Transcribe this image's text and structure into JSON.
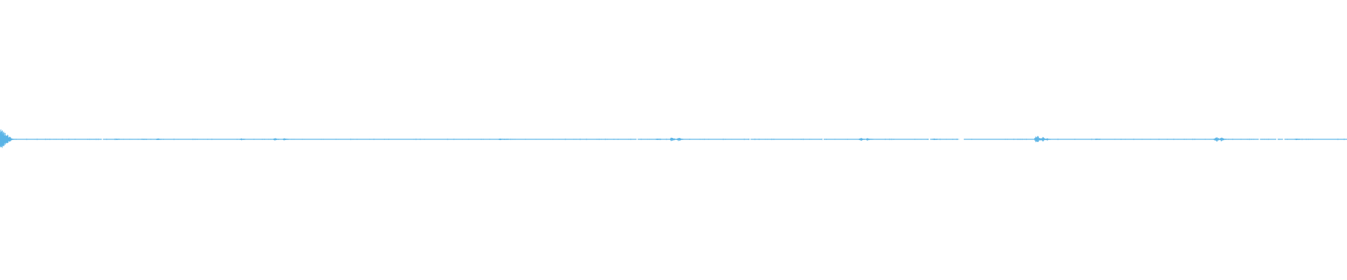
{
  "waveform": {
    "color": "#5ab4e6",
    "background": "#ffffff",
    "bursts": [
      {
        "t": 0.0005,
        "amp": 0.9
      },
      {
        "t": 0.002,
        "amp": 1.0
      },
      {
        "t": 0.004,
        "amp": 0.75
      },
      {
        "t": 0.006,
        "amp": 0.45
      },
      {
        "t": 0.008,
        "amp": 0.25
      },
      {
        "t": 0.087,
        "amp": 0.08
      },
      {
        "t": 0.107,
        "amp": 0.07
      },
      {
        "t": 0.118,
        "amp": 0.1
      },
      {
        "t": 0.18,
        "amp": 0.08
      },
      {
        "t": 0.205,
        "amp": 0.14
      },
      {
        "t": 0.212,
        "amp": 0.1
      },
      {
        "t": 0.372,
        "amp": 0.08
      },
      {
        "t": 0.376,
        "amp": 0.07
      },
      {
        "t": 0.489,
        "amp": 0.07
      },
      {
        "t": 0.5,
        "amp": 0.2
      },
      {
        "t": 0.505,
        "amp": 0.16
      },
      {
        "t": 0.64,
        "amp": 0.14
      },
      {
        "t": 0.645,
        "amp": 0.12
      },
      {
        "t": 0.694,
        "amp": 0.08
      },
      {
        "t": 0.771,
        "amp": 0.35
      },
      {
        "t": 0.775,
        "amp": 0.2
      },
      {
        "t": 0.778,
        "amp": 0.1
      },
      {
        "t": 0.815,
        "amp": 0.06
      },
      {
        "t": 0.904,
        "amp": 0.22
      },
      {
        "t": 0.908,
        "amp": 0.18
      },
      {
        "t": 0.963,
        "amp": 0.08
      }
    ],
    "gaps": [
      [
        0.0755,
        0.0765
      ],
      [
        0.4725,
        0.4735
      ],
      [
        0.5565,
        0.5575
      ],
      [
        0.6105,
        0.6115
      ],
      [
        0.6895,
        0.6905
      ],
      [
        0.7115,
        0.7155
      ],
      [
        0.9345,
        0.9355
      ],
      [
        0.9475,
        0.9485
      ],
      [
        0.9525,
        0.9535
      ]
    ]
  }
}
